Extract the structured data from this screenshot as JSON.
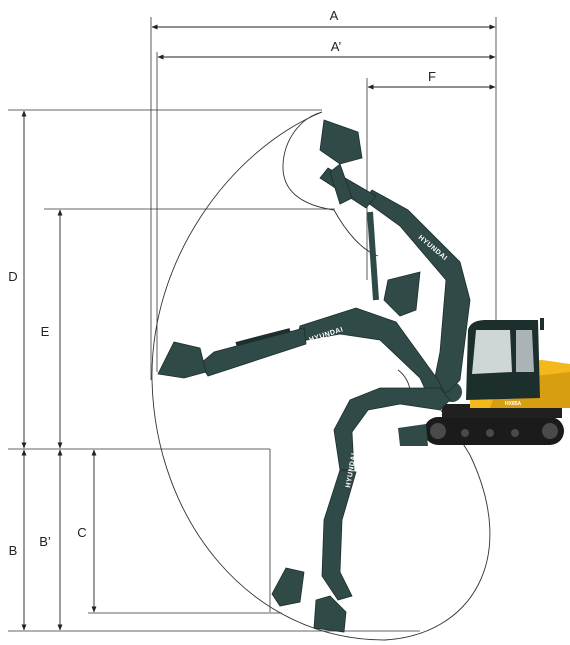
{
  "dimensions": {
    "A": "A",
    "A_prime": "A’",
    "F": "F",
    "D": "D",
    "E": "E",
    "B": "B",
    "B_prime": "B’",
    "C": "C"
  },
  "machine": {
    "brand": "HYUNDAI",
    "model": "HX85A"
  },
  "colors": {
    "arm": "#2f4a47",
    "arm_dark": "#1d2f2d",
    "cab_yellow": "#f2b81c",
    "track": "#1b1b1b",
    "line": "#222222"
  }
}
